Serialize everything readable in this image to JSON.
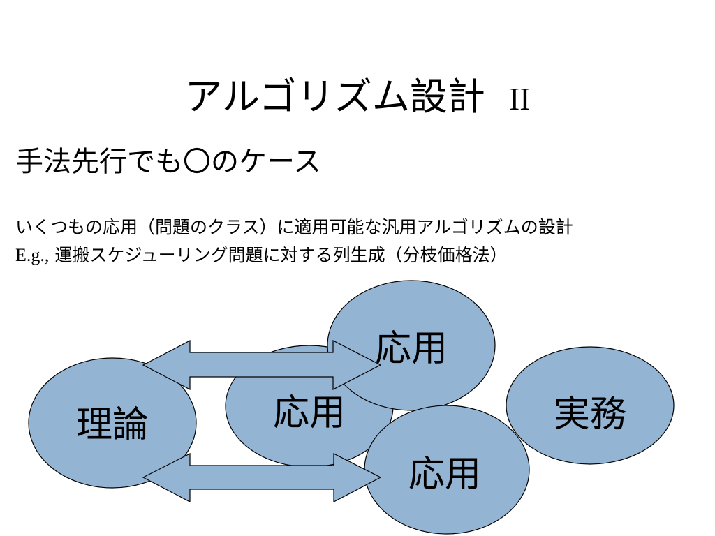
{
  "slide": {
    "title": "アルゴリズム設計",
    "title_suffix": "II",
    "subtitle": "手法先行でも〇のケース",
    "body_line1": "いくつもの応用（問題のクラス）に適用可能な汎用アルゴリズムの設計",
    "body_line2_prefix": "E.g.,",
    "body_line2": "運搬スケジューリング問題に対する列生成（分枝価格法）"
  },
  "diagram": {
    "nodes": {
      "theory": "理論",
      "app_center": "応用",
      "app_top": "応用",
      "app_bottom": "応用",
      "practice": "実務"
    }
  },
  "colors": {
    "node_fill": "#94b4d4",
    "stroke": "#000000",
    "arrow_fill": "#94b4d4"
  }
}
